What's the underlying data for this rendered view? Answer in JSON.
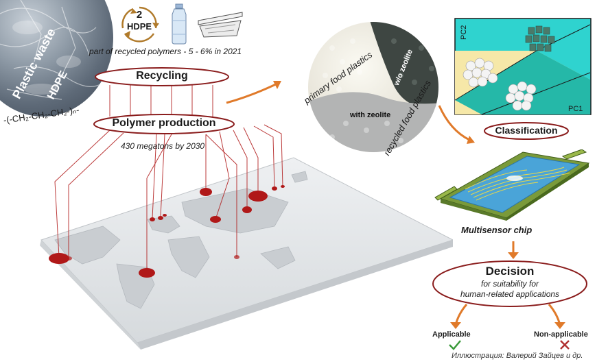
{
  "waste": {
    "title": "Plastic waste",
    "material": "HDPE",
    "formula": "-(-CH₂-CH₂-CH₂-)ₙ-"
  },
  "recycle_icon": {
    "number": "2",
    "code": "HDPE"
  },
  "recycled_share": "part of recycled polymers - 5 - 6% in 2021",
  "recycling_label": "Recycling",
  "production_label": "Polymer production",
  "production_projection": "430 megatons by 2030",
  "pellets": {
    "primary": "primary food plastics",
    "recycled": "recycled food plastics",
    "wo_zeolite": "w/o zeolite",
    "with_zeolite": "with zeolite"
  },
  "pca": {
    "pc1": "PC1",
    "pc2": "PC2",
    "colors": {
      "cyan": "#2fd3cf",
      "teal": "#25b8a8",
      "yellow": "#f6e8a8",
      "green_cluster": "#4a7a6a"
    }
  },
  "classification_label": "Classification",
  "chip_label": "Multisensor chip",
  "decision": {
    "title": "Decision",
    "line1": "for suitability for",
    "line2": "human-related applications"
  },
  "outcomes": {
    "applicable": "Applicable",
    "non_applicable": "Non-applicable",
    "check_icon": "check-icon",
    "cross_icon": "cross-icon",
    "check_color": "#3a9a3a",
    "cross_color": "#b03030"
  },
  "credit": "Иллюстрация: Валерий Зайцев и др.",
  "colors": {
    "oval_stroke": "#8a1c1c",
    "arrow": "#e07a2a",
    "dot": "#b01818",
    "map_land": "#c9cdd1",
    "map_bg": "#e9ecee"
  }
}
